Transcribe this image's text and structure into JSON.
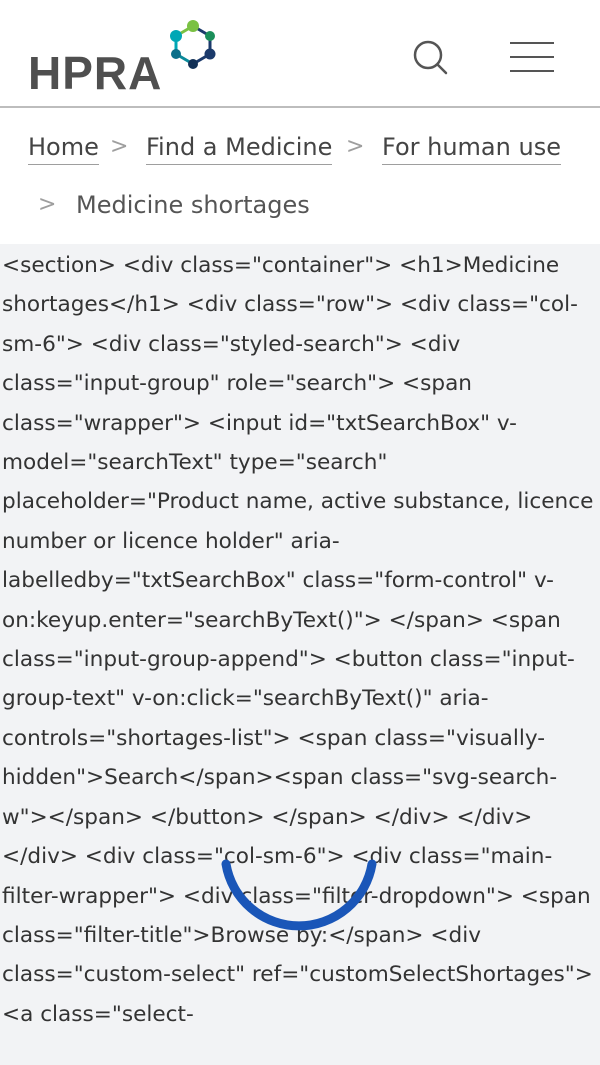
{
  "header": {
    "logo_text": "HPRA",
    "icons": {
      "logo": "hpra-molecule-logo",
      "search": "search-icon",
      "menu": "hamburger-menu-icon"
    },
    "colors": {
      "logo_text": "#4f4f4f",
      "logo_mark_top": "#7ac143",
      "logo_mark_mid": "#00a7b5",
      "logo_mark_bottom": "#1b3a6b"
    }
  },
  "breadcrumb": {
    "items": [
      {
        "label": "Home"
      },
      {
        "label": "Find a Medicine"
      },
      {
        "label": "For human use"
      }
    ],
    "current": "Medicine shortages",
    "separator": ">"
  },
  "content": {
    "raw_markup": "<section> <div class=\"container\"> <h1>Medicine shortages</h1> <div class=\"row\"> <div class=\"col-sm-6\"> <div class=\"styled-search\"> <div class=\"input-group\" role=\"search\"> <span class=\"wrapper\"> <input id=\"txtSearchBox\" v-model=\"searchText\" type=\"search\" placeholder=\"Product name, active substance, licence number or licence holder\" aria-labelledby=\"txtSearchBox\" class=\"form-control\" v-on:keyup.enter=\"searchByText()\"> </span> <span class=\"input-group-append\"> <button class=\"input-group-text\" v-on:click=\"searchByText()\" aria-controls=\"shortages-list\"> <span class=\"visually-hidden\">Search</span><span class=\"svg-search-w\"></span> </button> </span> </div> </div> </div> <div class=\"col-sm-6\"> <div class=\"main-filter-wrapper\"> <div class=\"filter-dropdown\"> <span class=\"filter-title\">Browse by:</span> <div class=\"custom-select\" ref=\"customSelectShortages\"> <a class=\"select-",
    "background": "#f2f3f5",
    "spinner_color": "#1a56b8"
  }
}
